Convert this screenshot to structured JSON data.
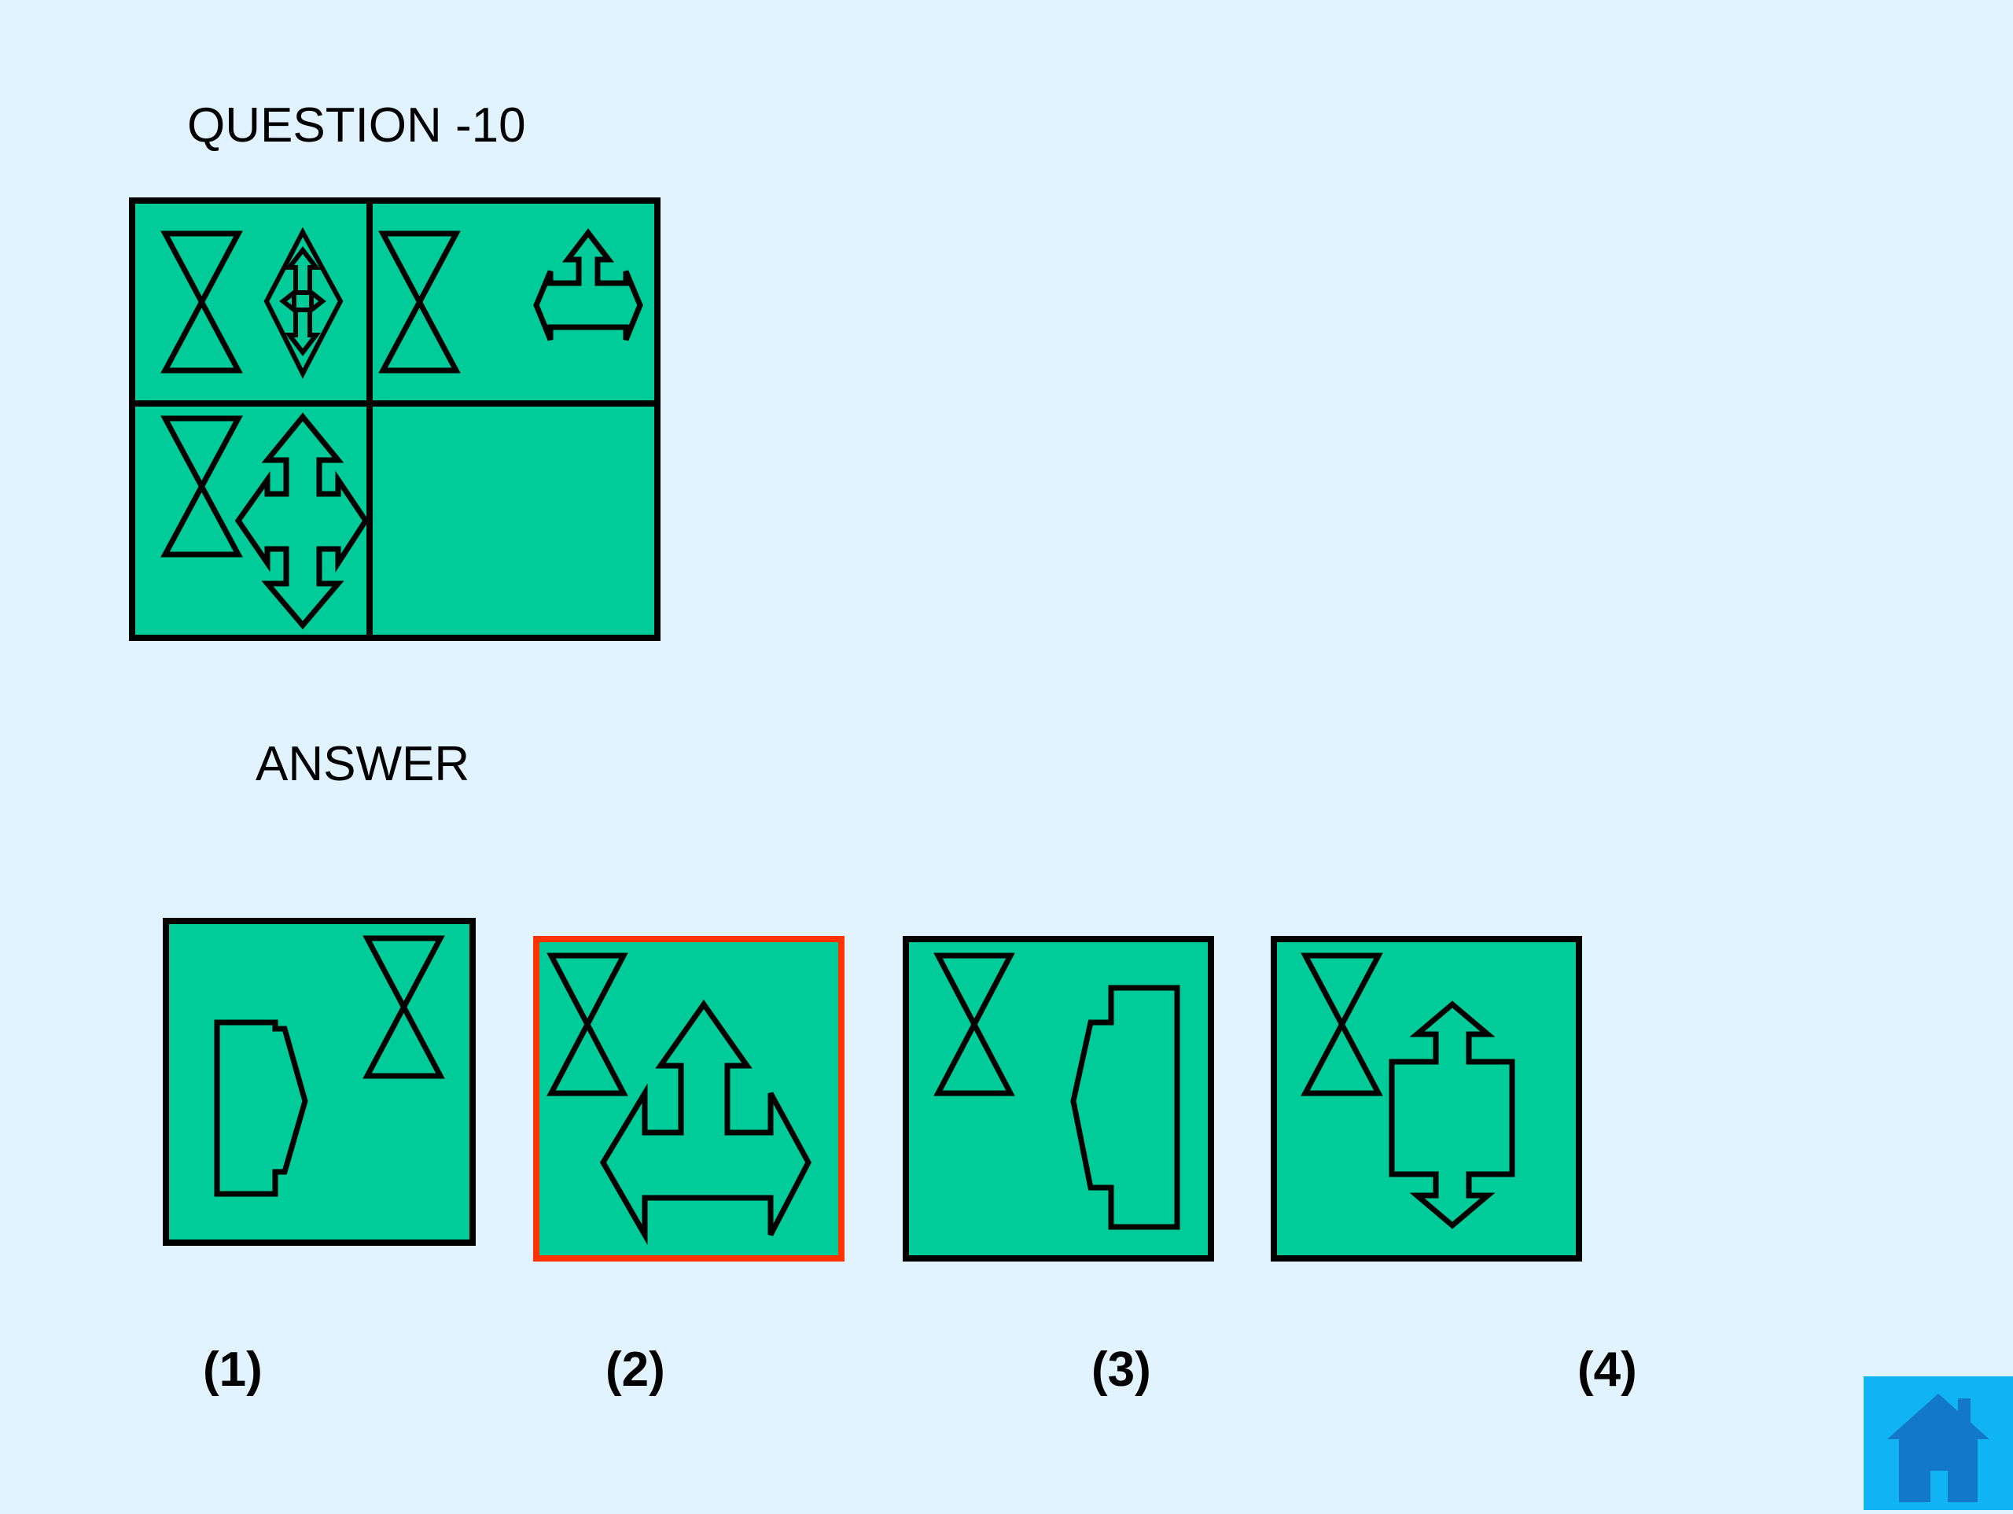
{
  "question": {
    "title": "QUESTION -10"
  },
  "answer": {
    "title": "ANSWER"
  },
  "options": [
    {
      "label": "(1)"
    },
    {
      "label": "(2)",
      "selected": true
    },
    {
      "label": "(3)"
    },
    {
      "label": "(4)"
    }
  ],
  "colors": {
    "background": "#e1f3fe",
    "panel_fill": "#00cc99",
    "stroke": "#000000",
    "selected_border": "#ff3300",
    "home_button": "#10b4f2",
    "home_icon": "#1478c8"
  },
  "icons": {
    "home": "home-icon",
    "hourglass": "hourglass-icon"
  }
}
